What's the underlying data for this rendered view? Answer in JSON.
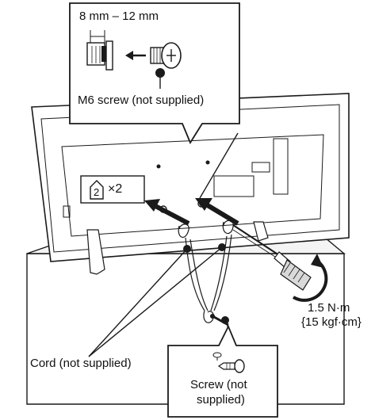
{
  "labels": {
    "screw_length": "8 mm – 12 mm",
    "m6_screw": "M6 screw (not supplied)",
    "anchor_count": "×2",
    "anchor_step": "2",
    "torque_nm": "1.5 N·m",
    "torque_kgf": "{15 kgf·cm}",
    "cord": "Cord (not supplied)",
    "screw_line1": "Screw (not",
    "screw_line2": "supplied)"
  },
  "colors": {
    "line": "#1a1a1a",
    "tv_fill": "#ffffff",
    "stand_fill": "#f4f4f4",
    "callout_fill": "#ffffff",
    "driver_handle": "#d9d9d9"
  },
  "icons": [
    "screw-icon",
    "step-house-icon",
    "screwdriver-icon",
    "rotate-arrow-icon"
  ]
}
